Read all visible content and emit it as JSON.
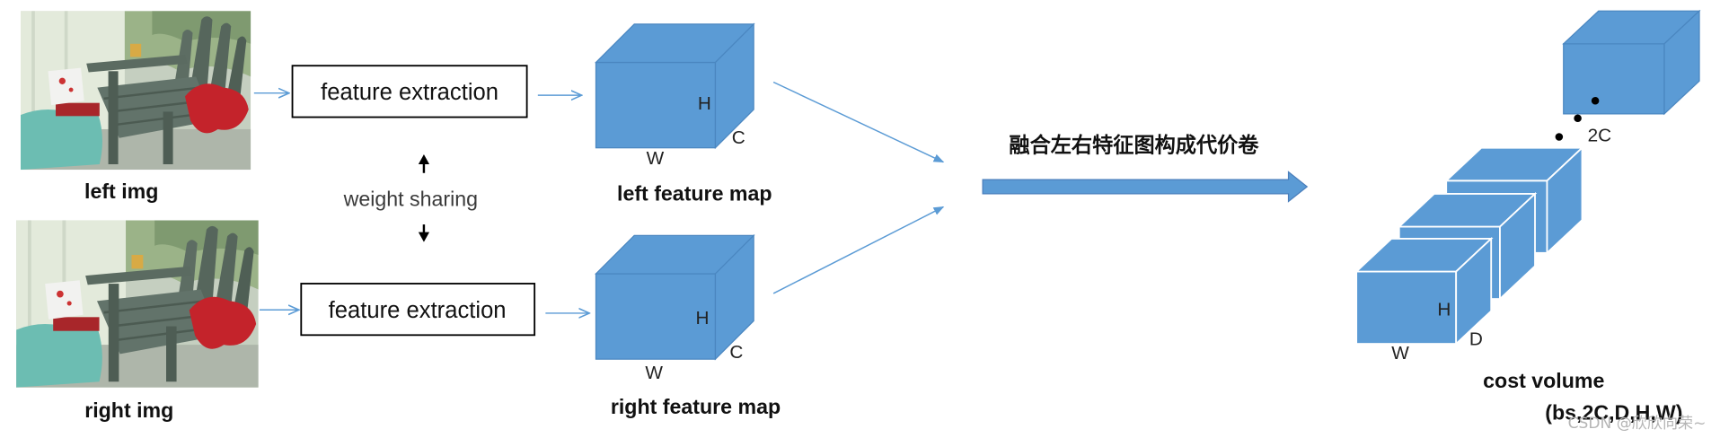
{
  "inputs": {
    "left": {
      "label": "left img"
    },
    "right": {
      "label": "right img"
    }
  },
  "feature_extraction": {
    "top_label": "feature extraction",
    "bottom_label": "feature extraction",
    "weight_sharing": "weight sharing"
  },
  "feature_maps": {
    "left": {
      "caption": "left feature map",
      "height": "H",
      "width": "W",
      "channels": "C"
    },
    "right": {
      "caption": "right feature map",
      "height": "H",
      "width": "W",
      "channels": "C"
    }
  },
  "fusion_step": {
    "label": "融合左右特征图构成代价卷"
  },
  "cost_volume": {
    "caption": "cost volume",
    "shape": "(bs,2C,D,H,W)",
    "channel_label": "2C",
    "height": "H",
    "width": "W",
    "depth": "D"
  },
  "watermark": "CSDN @欣欣向荣~",
  "colors": {
    "block": "#5b9bd5",
    "arrow": "#5b9bd5",
    "box_border": "#000000",
    "share_arrow": "#000000"
  }
}
